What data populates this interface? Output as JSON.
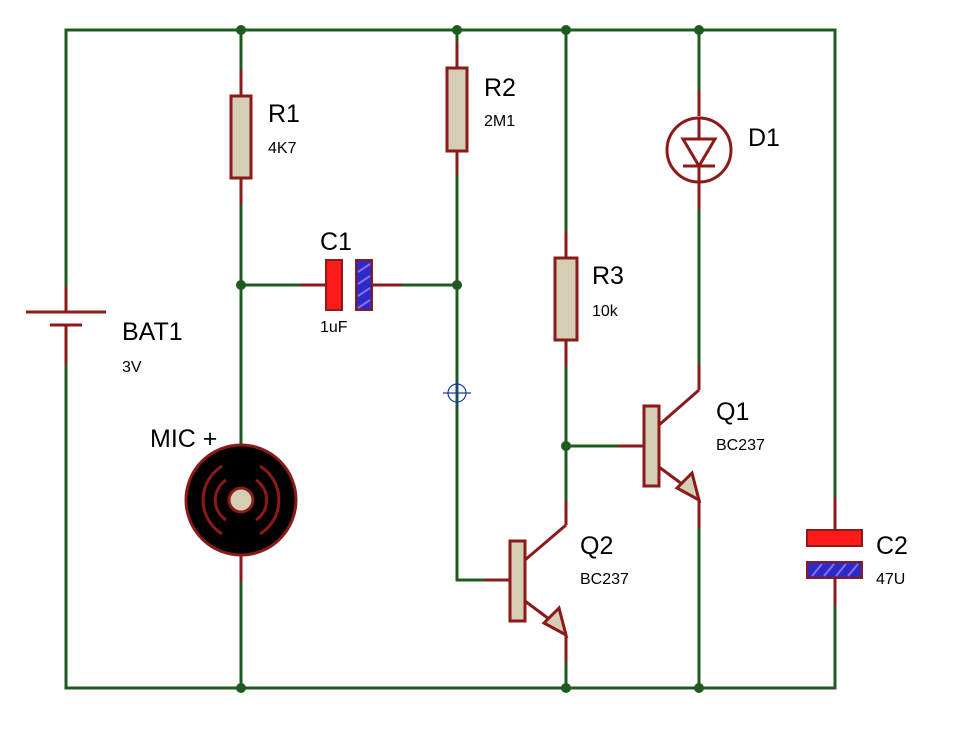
{
  "colors": {
    "wire": "#1f5a1f",
    "lead": "#8b1a1a",
    "body": "#d4cfb4",
    "cap_red": "#ff1a1a",
    "cap_blue": "#2b2bcc",
    "mic": "#000000",
    "cursor": "#1a3aa8"
  },
  "components": {
    "bat1": {
      "name": "BAT1",
      "value": "3V"
    },
    "r1": {
      "name": "R1",
      "value": "4K7"
    },
    "r2": {
      "name": "R2",
      "value": "2M1"
    },
    "r3": {
      "name": "R3",
      "value": "10k"
    },
    "c1": {
      "name": "C1",
      "value": "1uF"
    },
    "c2": {
      "name": "C2",
      "value": "47U"
    },
    "d1": {
      "name": "D1"
    },
    "q1": {
      "name": "Q1",
      "value": "BC237"
    },
    "q2": {
      "name": "Q2",
      "value": "BC237"
    },
    "mic": {
      "name": "MIC +"
    }
  }
}
